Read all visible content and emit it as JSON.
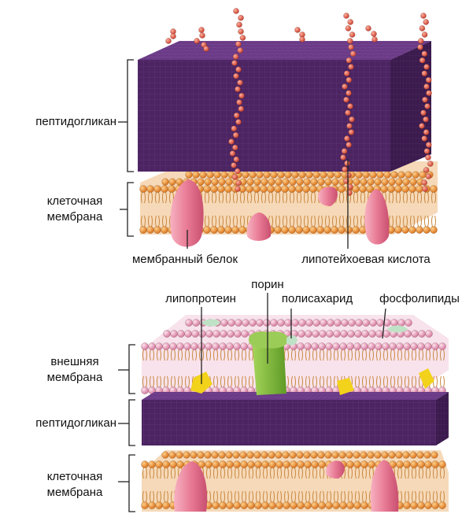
{
  "labels": {
    "top_peptidoglycan": "пептидогликан",
    "top_cell_membrane_1": "клеточная",
    "top_cell_membrane_2": "мембрана",
    "membrane_protein": "мембранный белок",
    "lipoteichoic_acid": "липотейхоевая кислота",
    "porin": "порин",
    "lipoprotein": "липопротеин",
    "polysaccharide": "полисахарид",
    "phospholipids": "фосфолипиды",
    "outer_membrane_1": "внешняя",
    "outer_membrane_2": "мембрана",
    "bottom_peptidoglycan": "пептидогликан",
    "bottom_cell_membrane_1": "клеточная",
    "bottom_cell_membrane_2": "мембрана"
  },
  "colors": {
    "peptidoglycan_front": "#4b2461",
    "peptidoglycan_top": "#6a3a86",
    "peptidoglycan_side": "#3a1a4c",
    "lipid_head_orange": "#e8913a",
    "lipid_head_pink": "#e7a0b9",
    "protein_pink": "#e87b95",
    "porin_green": "#7ab43a",
    "lipoprotein_yellow": "#f2d21a",
    "teichoic_bead": "#e25a4a"
  }
}
